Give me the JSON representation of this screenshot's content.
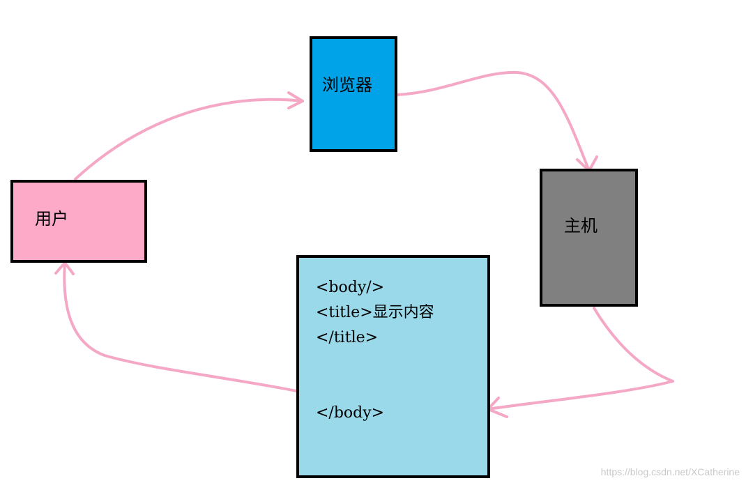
{
  "diagram": {
    "colors": {
      "arrow": "#f4a8c6",
      "user_fill": "#fcaac8",
      "browser_fill": "#00a2e8",
      "host_fill": "#808080",
      "content_fill": "#99d9ea",
      "border": "#000000"
    },
    "nodes": {
      "user": {
        "label": "用户"
      },
      "browser": {
        "label": "浏览器"
      },
      "host": {
        "label": "主机"
      },
      "content": {
        "lines": [
          "<body/>",
          "<title>显示内容",
          "</title>",
          "</body>"
        ]
      }
    },
    "edges": [
      {
        "from": "user",
        "to": "browser"
      },
      {
        "from": "browser",
        "to": "host"
      },
      {
        "from": "host",
        "to": "content"
      },
      {
        "from": "content",
        "to": "user"
      }
    ]
  },
  "watermark": "https://blog.csdn.net/XCatherine"
}
